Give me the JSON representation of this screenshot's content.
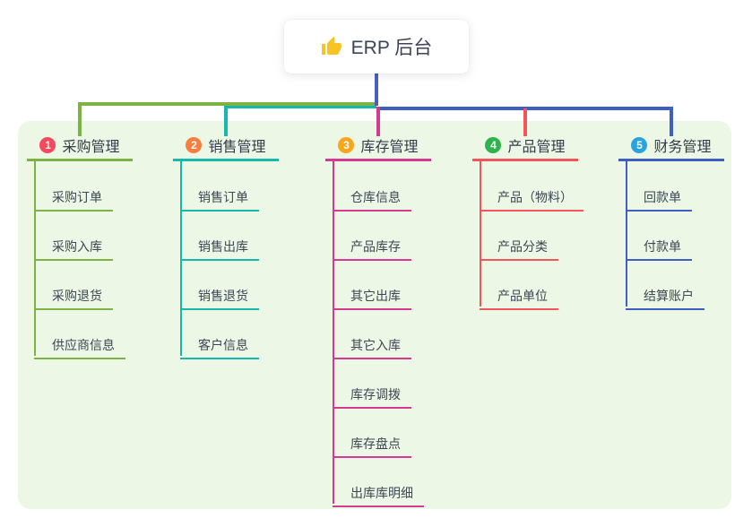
{
  "root": {
    "icon": "thumbs-up",
    "label": "ERP 后台",
    "connector_color": "#4a5fc4",
    "icon_color": "#f7c325"
  },
  "panel": {
    "background_color": "#ecf7e6"
  },
  "branches": [
    {
      "number": "1",
      "label": "采购管理",
      "badge_color": "#f8485e",
      "line_color": "#7cb342",
      "children": [
        "采购订单",
        "采购入库",
        "采购退货",
        "供应商信息"
      ]
    },
    {
      "number": "2",
      "label": "销售管理",
      "badge_color": "#fb7d3d",
      "line_color": "#16b7ac",
      "children": [
        "销售订单",
        "销售出库",
        "销售退货",
        "客户信息"
      ]
    },
    {
      "number": "3",
      "label": "库存管理",
      "badge_color": "#f9a61a",
      "line_color": "#d63a90",
      "children": [
        "仓库信息",
        "产品库存",
        "其它出库",
        "其它入库",
        "库存调拨",
        "库存盘点",
        "出库库明细"
      ]
    },
    {
      "number": "4",
      "label": "产品管理",
      "badge_color": "#2db44d",
      "line_color": "#f4545b",
      "children": [
        "产品（物料）",
        "产品分类",
        "产品单位"
      ]
    },
    {
      "number": "5",
      "label": "财务管理",
      "badge_color": "#2ba3dc",
      "line_color": "#3e5ec1",
      "children": [
        "回款单",
        "付款单",
        "结算账户"
      ]
    }
  ]
}
